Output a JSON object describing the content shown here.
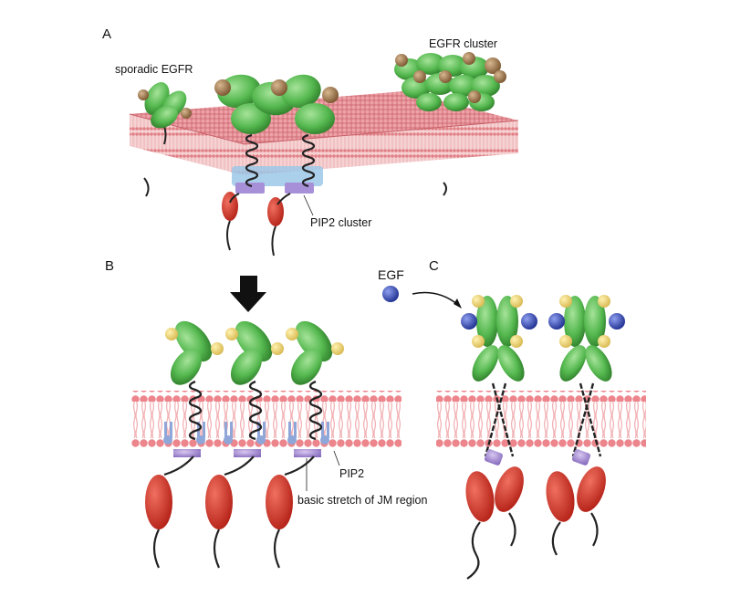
{
  "panels": {
    "a": {
      "letter": "A",
      "sporadic_label": "sporadic EGFR",
      "cluster_label": "EGFR cluster",
      "pip2_cluster_label": "PIP2 cluster"
    },
    "b": {
      "letter": "B",
      "pip2_label": "PIP2",
      "jm_label": "basic stretch of JM region"
    },
    "c": {
      "letter": "C",
      "ligand_label": "EGF"
    }
  },
  "colors": {
    "membrane_head": "#e8878f",
    "membrane_tail": "#f4c0c2",
    "pip2_blue": "#8fa6d8",
    "extracellular_green": "#5cbf5a",
    "ligand_tan": "#a07850",
    "ligand_yellow": "#e8d070",
    "egf_blue": "#3b4fb8",
    "kinase_red": "#d63a2f",
    "jm_purple": "#a88fd0"
  }
}
